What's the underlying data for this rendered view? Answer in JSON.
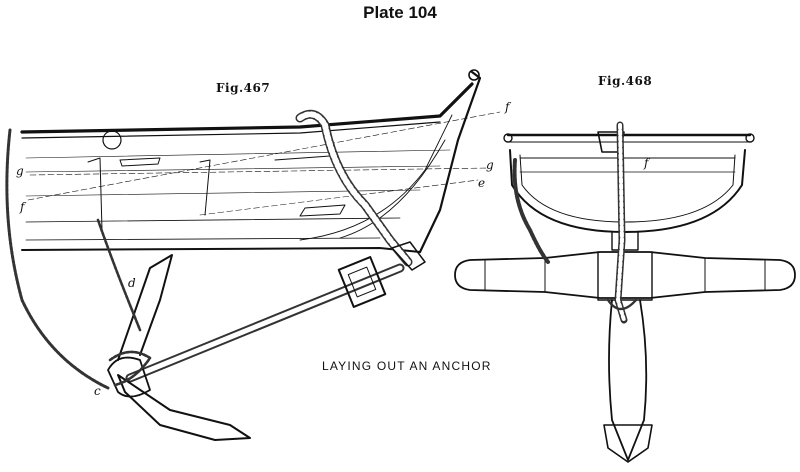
{
  "plate": {
    "title": "Plate 104"
  },
  "figures": [
    {
      "id": "fig467",
      "label": "Fig.467"
    },
    {
      "id": "fig468",
      "label": "Fig.468"
    }
  ],
  "caption": "LAYING OUT AN ANCHOR",
  "reference_letters": {
    "f_right": "f",
    "g_right": "g",
    "e_right": "e",
    "g_left": "g",
    "f_left": "f",
    "d": "d",
    "c": "c",
    "f_fig468": "f"
  },
  "colors": {
    "ink": "#111111",
    "paper": "#ffffff",
    "shade": "#555555"
  }
}
